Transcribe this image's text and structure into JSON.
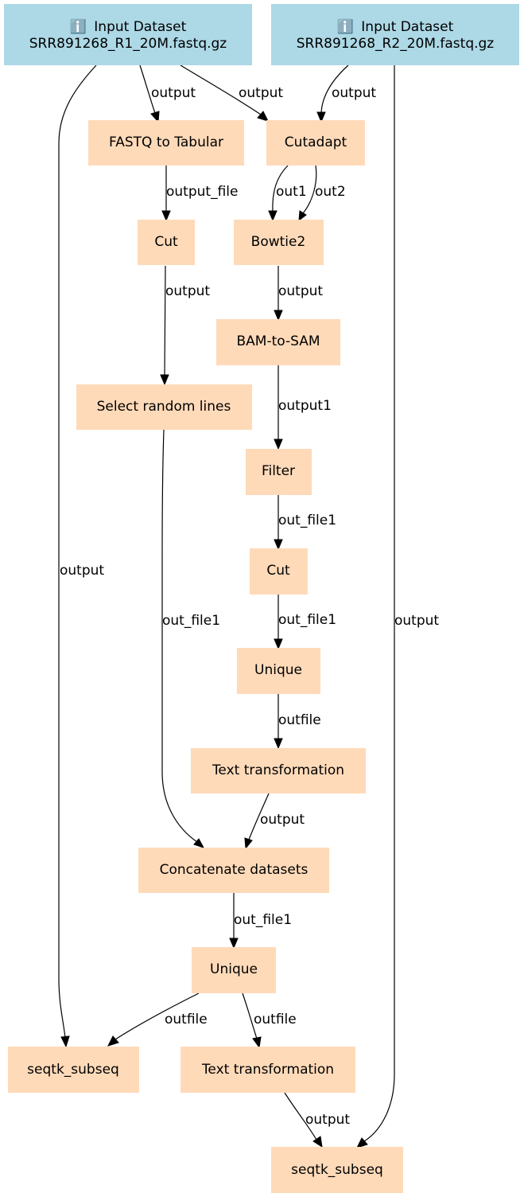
{
  "nodes": {
    "in1": {
      "kind": "input",
      "icon": "ℹ️",
      "label": "Input Dataset",
      "sublabel": "SRR891268_R1_20M.fastq.gz"
    },
    "in2": {
      "kind": "input",
      "icon": "ℹ️",
      "label": "Input Dataset",
      "sublabel": "SRR891268_R2_20M.fastq.gz"
    },
    "fastq_to_tabular": {
      "kind": "tool",
      "label": "FASTQ to Tabular"
    },
    "cutadapt": {
      "kind": "tool",
      "label": "Cutadapt"
    },
    "cut_a": {
      "kind": "tool",
      "label": "Cut"
    },
    "bowtie2": {
      "kind": "tool",
      "label": "Bowtie2"
    },
    "bam_to_sam": {
      "kind": "tool",
      "label": "BAM-to-SAM"
    },
    "select_random": {
      "kind": "tool",
      "label": "Select random lines"
    },
    "filter": {
      "kind": "tool",
      "label": "Filter"
    },
    "cut_b": {
      "kind": "tool",
      "label": "Cut"
    },
    "unique_a": {
      "kind": "tool",
      "label": "Unique"
    },
    "text_transform_a": {
      "kind": "tool",
      "label": "Text transformation"
    },
    "concatenate": {
      "kind": "tool",
      "label": "Concatenate datasets"
    },
    "unique_b": {
      "kind": "tool",
      "label": "Unique"
    },
    "seqtk_a": {
      "kind": "tool",
      "label": "seqtk_subseq"
    },
    "text_transform_b": {
      "kind": "tool",
      "label": "Text transformation"
    },
    "seqtk_b": {
      "kind": "tool",
      "label": "seqtk_subseq"
    }
  },
  "edges": [
    {
      "from": "in1",
      "to": "fastq_to_tabular",
      "label": "output"
    },
    {
      "from": "in1",
      "to": "cutadapt",
      "label": "output"
    },
    {
      "from": "in2",
      "to": "cutadapt",
      "label": "output"
    },
    {
      "from": "in1",
      "to": "seqtk_a",
      "label": "output"
    },
    {
      "from": "in2",
      "to": "seqtk_b",
      "label": "output"
    },
    {
      "from": "fastq_to_tabular",
      "to": "cut_a",
      "label": "output_file"
    },
    {
      "from": "cutadapt",
      "to": "bowtie2",
      "label": "out1"
    },
    {
      "from": "cutadapt",
      "to": "bowtie2",
      "label": "out2"
    },
    {
      "from": "cut_a",
      "to": "select_random",
      "label": "output"
    },
    {
      "from": "bowtie2",
      "to": "bam_to_sam",
      "label": "output"
    },
    {
      "from": "bam_to_sam",
      "to": "filter",
      "label": "output1"
    },
    {
      "from": "select_random",
      "to": "concatenate",
      "label": "out_file1"
    },
    {
      "from": "filter",
      "to": "cut_b",
      "label": "out_file1"
    },
    {
      "from": "cut_b",
      "to": "unique_a",
      "label": "out_file1"
    },
    {
      "from": "unique_a",
      "to": "text_transform_a",
      "label": "outfile"
    },
    {
      "from": "text_transform_a",
      "to": "concatenate",
      "label": "output"
    },
    {
      "from": "concatenate",
      "to": "unique_b",
      "label": "out_file1"
    },
    {
      "from": "unique_b",
      "to": "seqtk_a",
      "label": "outfile"
    },
    {
      "from": "unique_b",
      "to": "text_transform_b",
      "label": "outfile"
    },
    {
      "from": "text_transform_b",
      "to": "seqtk_b",
      "label": "output"
    }
  ]
}
